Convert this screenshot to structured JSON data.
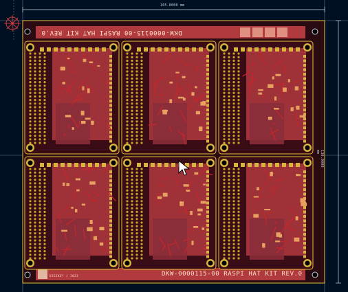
{
  "app": {
    "title": "PCB panel editor"
  },
  "board": {
    "top_label": "DKW-0000115-00 RASPI HAT KIT REV.0",
    "bottom_label": "DKW-0000115-00 RASPI HAT KIT REV.0",
    "logo_caption": "DIGIKEY / 2023",
    "panel_rows": 2,
    "panel_cols": 3
  },
  "dimensions": {
    "width_label": "165.0000 mm",
    "height_label": "130.0000 mm"
  },
  "colors": {
    "background": "#001023",
    "copper_top": "#c8262b",
    "copper_fill": "#b03a3e",
    "board_edge": "#e8c23a",
    "silkscreen": "#ffe0c8",
    "pad": "#d7b440",
    "via": "#caa12b",
    "guide": "#6d7c90"
  },
  "cursor": {
    "icon": "arrow-pointer-icon"
  }
}
